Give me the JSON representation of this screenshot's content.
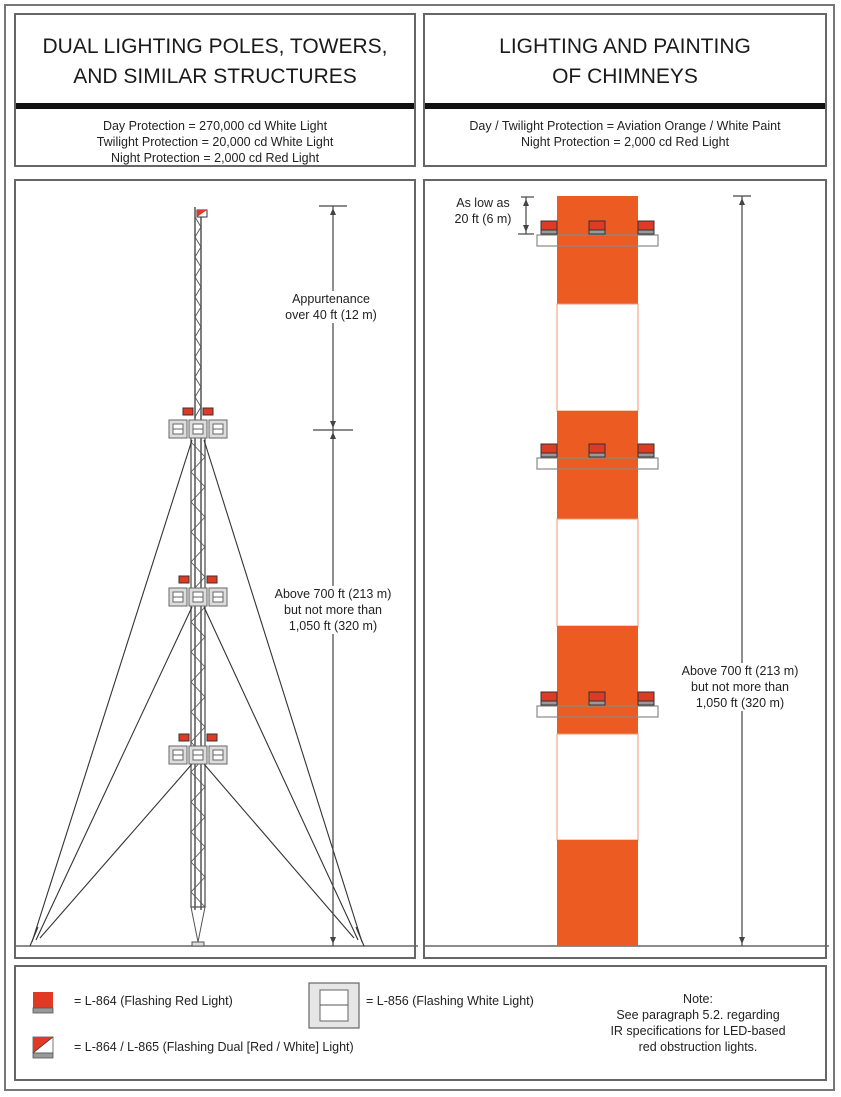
{
  "left_panel": {
    "title_line1": "DUAL LIGHTING POLES, TOWERS,",
    "title_line2": "AND SIMILAR STRUCTURES",
    "protection": [
      "Day Protection = 270,000 cd White Light",
      "Twilight Protection = 20,000 cd White Light",
      "Night Protection = 2,000 cd Red Light"
    ],
    "dim_upper": [
      "Appurtenance",
      "over 40 ft (12 m)"
    ],
    "dim_main": [
      "Above 700 ft (213 m)",
      "but not more than",
      "1,050 ft (320 m)"
    ]
  },
  "right_panel": {
    "title_line1": "LIGHTING AND PAINTING",
    "title_line2": "OF CHIMNEYS",
    "protection": [
      "Day / Twilight Protection = Aviation Orange / White Paint",
      "Night Protection = 2,000 cd Red Light"
    ],
    "dim_top": [
      "As low as",
      "20 ft (6 m)"
    ],
    "dim_main": [
      "Above 700 ft (213 m)",
      "but not more than",
      "1,050 ft (320 m)"
    ]
  },
  "legend": {
    "red_light": "= L-864 (Flashing Red Light)",
    "dual_light": "= L-864 / L-865 (Flashing Dual [Red / White] Light)",
    "white_light": "= L-856 (Flashing White Light)",
    "note": [
      "Note:",
      "See paragraph 5.2. regarding",
      "IR specifications for LED-based",
      "red obstruction lights."
    ]
  },
  "colors": {
    "aviation_orange": "#EB5B22",
    "red_light": "#E03A24",
    "outline": "#666666"
  }
}
